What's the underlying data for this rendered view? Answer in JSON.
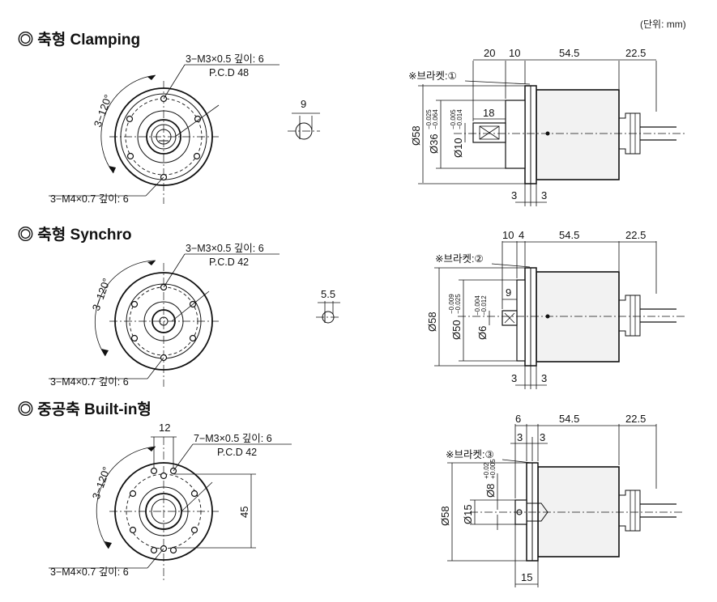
{
  "unit_note": "(단위: mm)",
  "sections": {
    "clamping": {
      "title": "◎ 축형 Clamping",
      "tapped_front": "3−M3×0.5 깊이: 6",
      "pcd": "P.C.D 48",
      "tapped_mount": "3−M4×0.7 깊이: 6",
      "angle": "3−120°",
      "shaft_flat": "9",
      "bracket": "※브라켓:①",
      "dims": {
        "d1": "20",
        "d2": "10",
        "d3": "54.5",
        "d4": "22.5",
        "key_len": "18",
        "body_dia": "Ø58",
        "spigot_dia": "Ø36",
        "spigot_tol_up": "−0.025",
        "spigot_tol_lo": "−0.064",
        "shaft_dia": "Ø10",
        "shaft_tol_up": "−0.005",
        "shaft_tol_lo": "−0.014",
        "flange_a": "3",
        "flange_b": "3"
      }
    },
    "synchro": {
      "title": "◎ 축형 Synchro",
      "tapped_front": "3−M3×0.5 깊이: 6",
      "pcd": "P.C.D 42",
      "tapped_mount": "3−M4×0.7 깊이: 6",
      "angle": "3−120°",
      "shaft_flat": "5.5",
      "bracket": "※브라켓:②",
      "dims": {
        "d1": "10",
        "d2": "4",
        "d3": "54.5",
        "d4": "22.5",
        "key_len": "9",
        "body_dia": "Ø58",
        "spigot_dia": "Ø50",
        "spigot_tol_up": "−0.009",
        "spigot_tol_lo": "−0.025",
        "shaft_dia": "Ø6",
        "shaft_tol_up": "−0.004",
        "shaft_tol_lo": "−0.012",
        "flange_a": "3",
        "flange_b": "3"
      }
    },
    "builtin": {
      "title": "◎ 중공축 Built-in형",
      "width_top": "12",
      "tapped_front": "7−M3×0.5 깊이: 6",
      "pcd": "P.C.D 42",
      "tapped_mount": "3−M4×0.7 깊이: 6",
      "angle": "3−120°",
      "height": "45",
      "bracket": "※브라켓:③",
      "dims": {
        "d1": "6",
        "d3": "54.5",
        "d4": "22.5",
        "flange_a": "3",
        "flange_b": "3",
        "body_dia": "Ø58",
        "bore_dia": "Ø15",
        "hollow_dia": "Ø8",
        "hollow_tol_up": "+0.02",
        "hollow_tol_lo": "+0.005",
        "bore_len": "15"
      }
    }
  }
}
